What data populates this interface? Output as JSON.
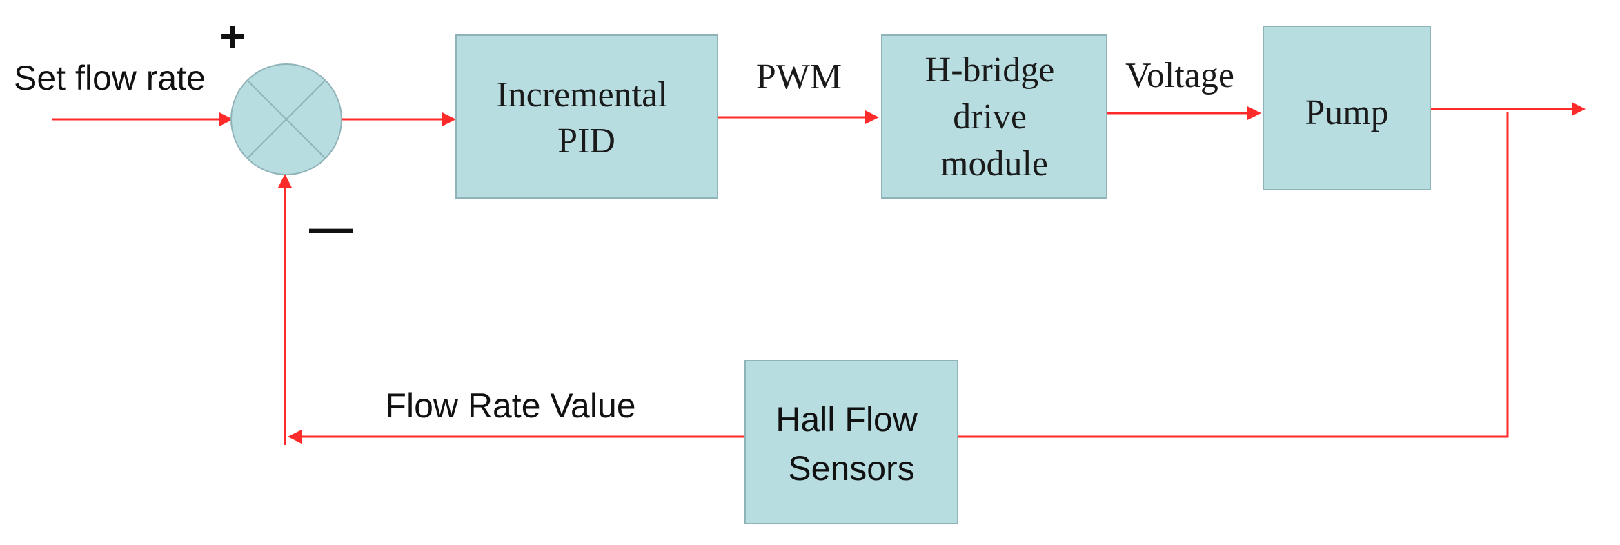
{
  "diagram": {
    "input_label": "Set flow rate",
    "plus_sign": "+",
    "minus_sign": "—",
    "blocks": {
      "pid": [
        "Incremental",
        "PID"
      ],
      "hbridge": [
        "H-bridge",
        "drive",
        "module"
      ],
      "pump": [
        "Pump"
      ],
      "sensor": [
        "Hall Flow",
        "Sensors"
      ]
    },
    "edge_labels": {
      "pwm": "PWM",
      "voltage": "Voltage",
      "feedback": "Flow Rate Value"
    },
    "colors": {
      "block_fill": "#b7dde1",
      "wire": "#ff2a2a"
    }
  }
}
